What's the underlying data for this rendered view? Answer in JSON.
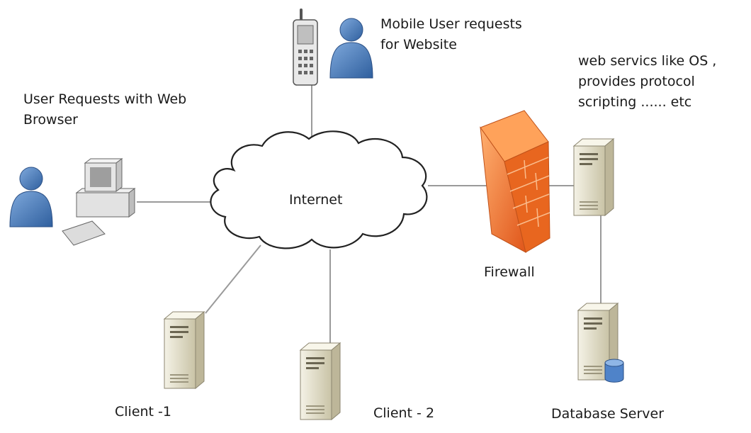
{
  "labels": {
    "mobile_user": "Mobile User requests\nfor Website",
    "browser_user": "User Requests with Web\nBrowser",
    "web_services": "web servics like OS ,\nprovides protocol\nscripting ...... etc",
    "internet": "Internet",
    "firewall": "Firewall",
    "client_1": "Client -1",
    "client_2": "Client - 2",
    "database_server": "Database Server"
  },
  "colors": {
    "user_icon": "#3d6fb0",
    "firewall": "#f07a2a",
    "server_body": "#e6e2cf",
    "links": "#9a9a9a",
    "cloud_outline": "#222222"
  },
  "icons": [
    "mobile-phone-icon",
    "user-icon",
    "desktop-computer-icon",
    "cloud-icon",
    "firewall-icon",
    "server-icon",
    "database-icon"
  ]
}
